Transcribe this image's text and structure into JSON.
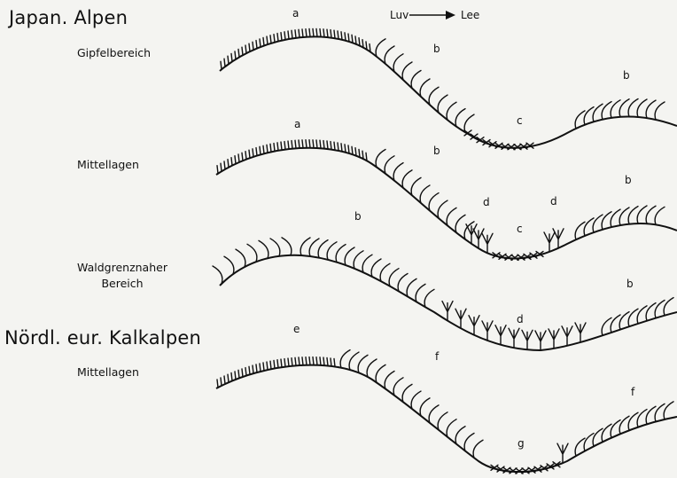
{
  "headings": {
    "japan": "Japan. Alpen",
    "kalkalpen": "Nördl. eur. Kalkalpen"
  },
  "zones": {
    "gipfel": "Gipfelbereich",
    "mittel1": "Mittellagen",
    "wald1": "Waldgrenznaher",
    "wald2": "Bereich",
    "mittel2": "Mittellagen"
  },
  "wind": {
    "from": "Luv",
    "to": "Lee"
  },
  "letters": {
    "r1_a": "a",
    "r1_b1": "b",
    "r1_b2": "b",
    "r1_c": "c",
    "r2_a": "a",
    "r2_b1": "b",
    "r2_b2": "b",
    "r2_c": "c",
    "r2_d1": "d",
    "r2_d2": "d",
    "r3_b1": "b",
    "r3_b2": "b",
    "r3_d": "d",
    "r4_e": "e",
    "r4_f1": "f",
    "r4_f2": "f",
    "r4_g": "g"
  }
}
